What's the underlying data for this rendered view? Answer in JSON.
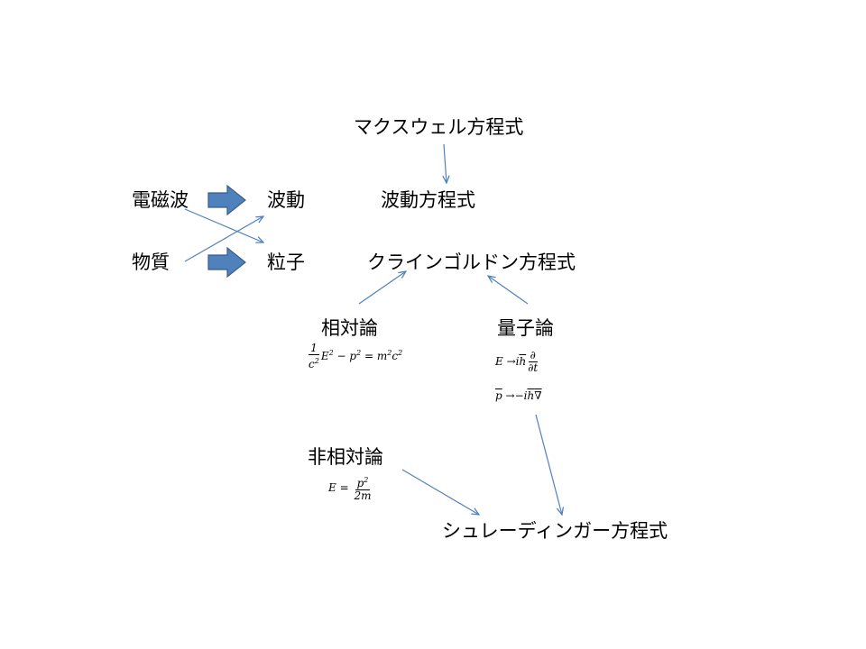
{
  "labels": {
    "maxwell": "マクスウェル方程式",
    "em_wave": "電磁波",
    "wave": "波動",
    "wave_equation": "波動方程式",
    "matter": "物質",
    "particle": "粒子",
    "klein_gordon": "クラインゴルドン方程式",
    "relativity": "相対論",
    "quantum": "量子論",
    "nonrelativity": "非相対論",
    "schrodinger": "シュレーディンガー方程式"
  },
  "equations": {
    "relativistic": {
      "frac_num": "1",
      "frac_den": "c",
      "frac_den_exp": "2",
      "e": "E",
      "e_exp": "2",
      "minus": " − ",
      "p": "p",
      "p_exp": "2",
      "equals": " = ",
      "m": "m",
      "m_exp": "2",
      "c": "c",
      "c_exp": "2"
    },
    "quantum_energy": {
      "lhs": "E",
      "arrow": " →",
      "ih": "i",
      "hbar": "h",
      "num": "∂",
      "den": "∂t"
    },
    "quantum_momentum": {
      "lhs": "p",
      "arrow": " →",
      "minus_i": "−i",
      "hbar": "h",
      "nabla": "∇"
    },
    "nonrelativistic": {
      "lhs": "E",
      "equals": " = ",
      "num": "p",
      "num_exp": "2",
      "den": "2m"
    }
  },
  "colors": {
    "connector": "#4f81bd",
    "block_arrow_fill": "#4f81bd",
    "block_arrow_stroke": "#385d8a"
  }
}
